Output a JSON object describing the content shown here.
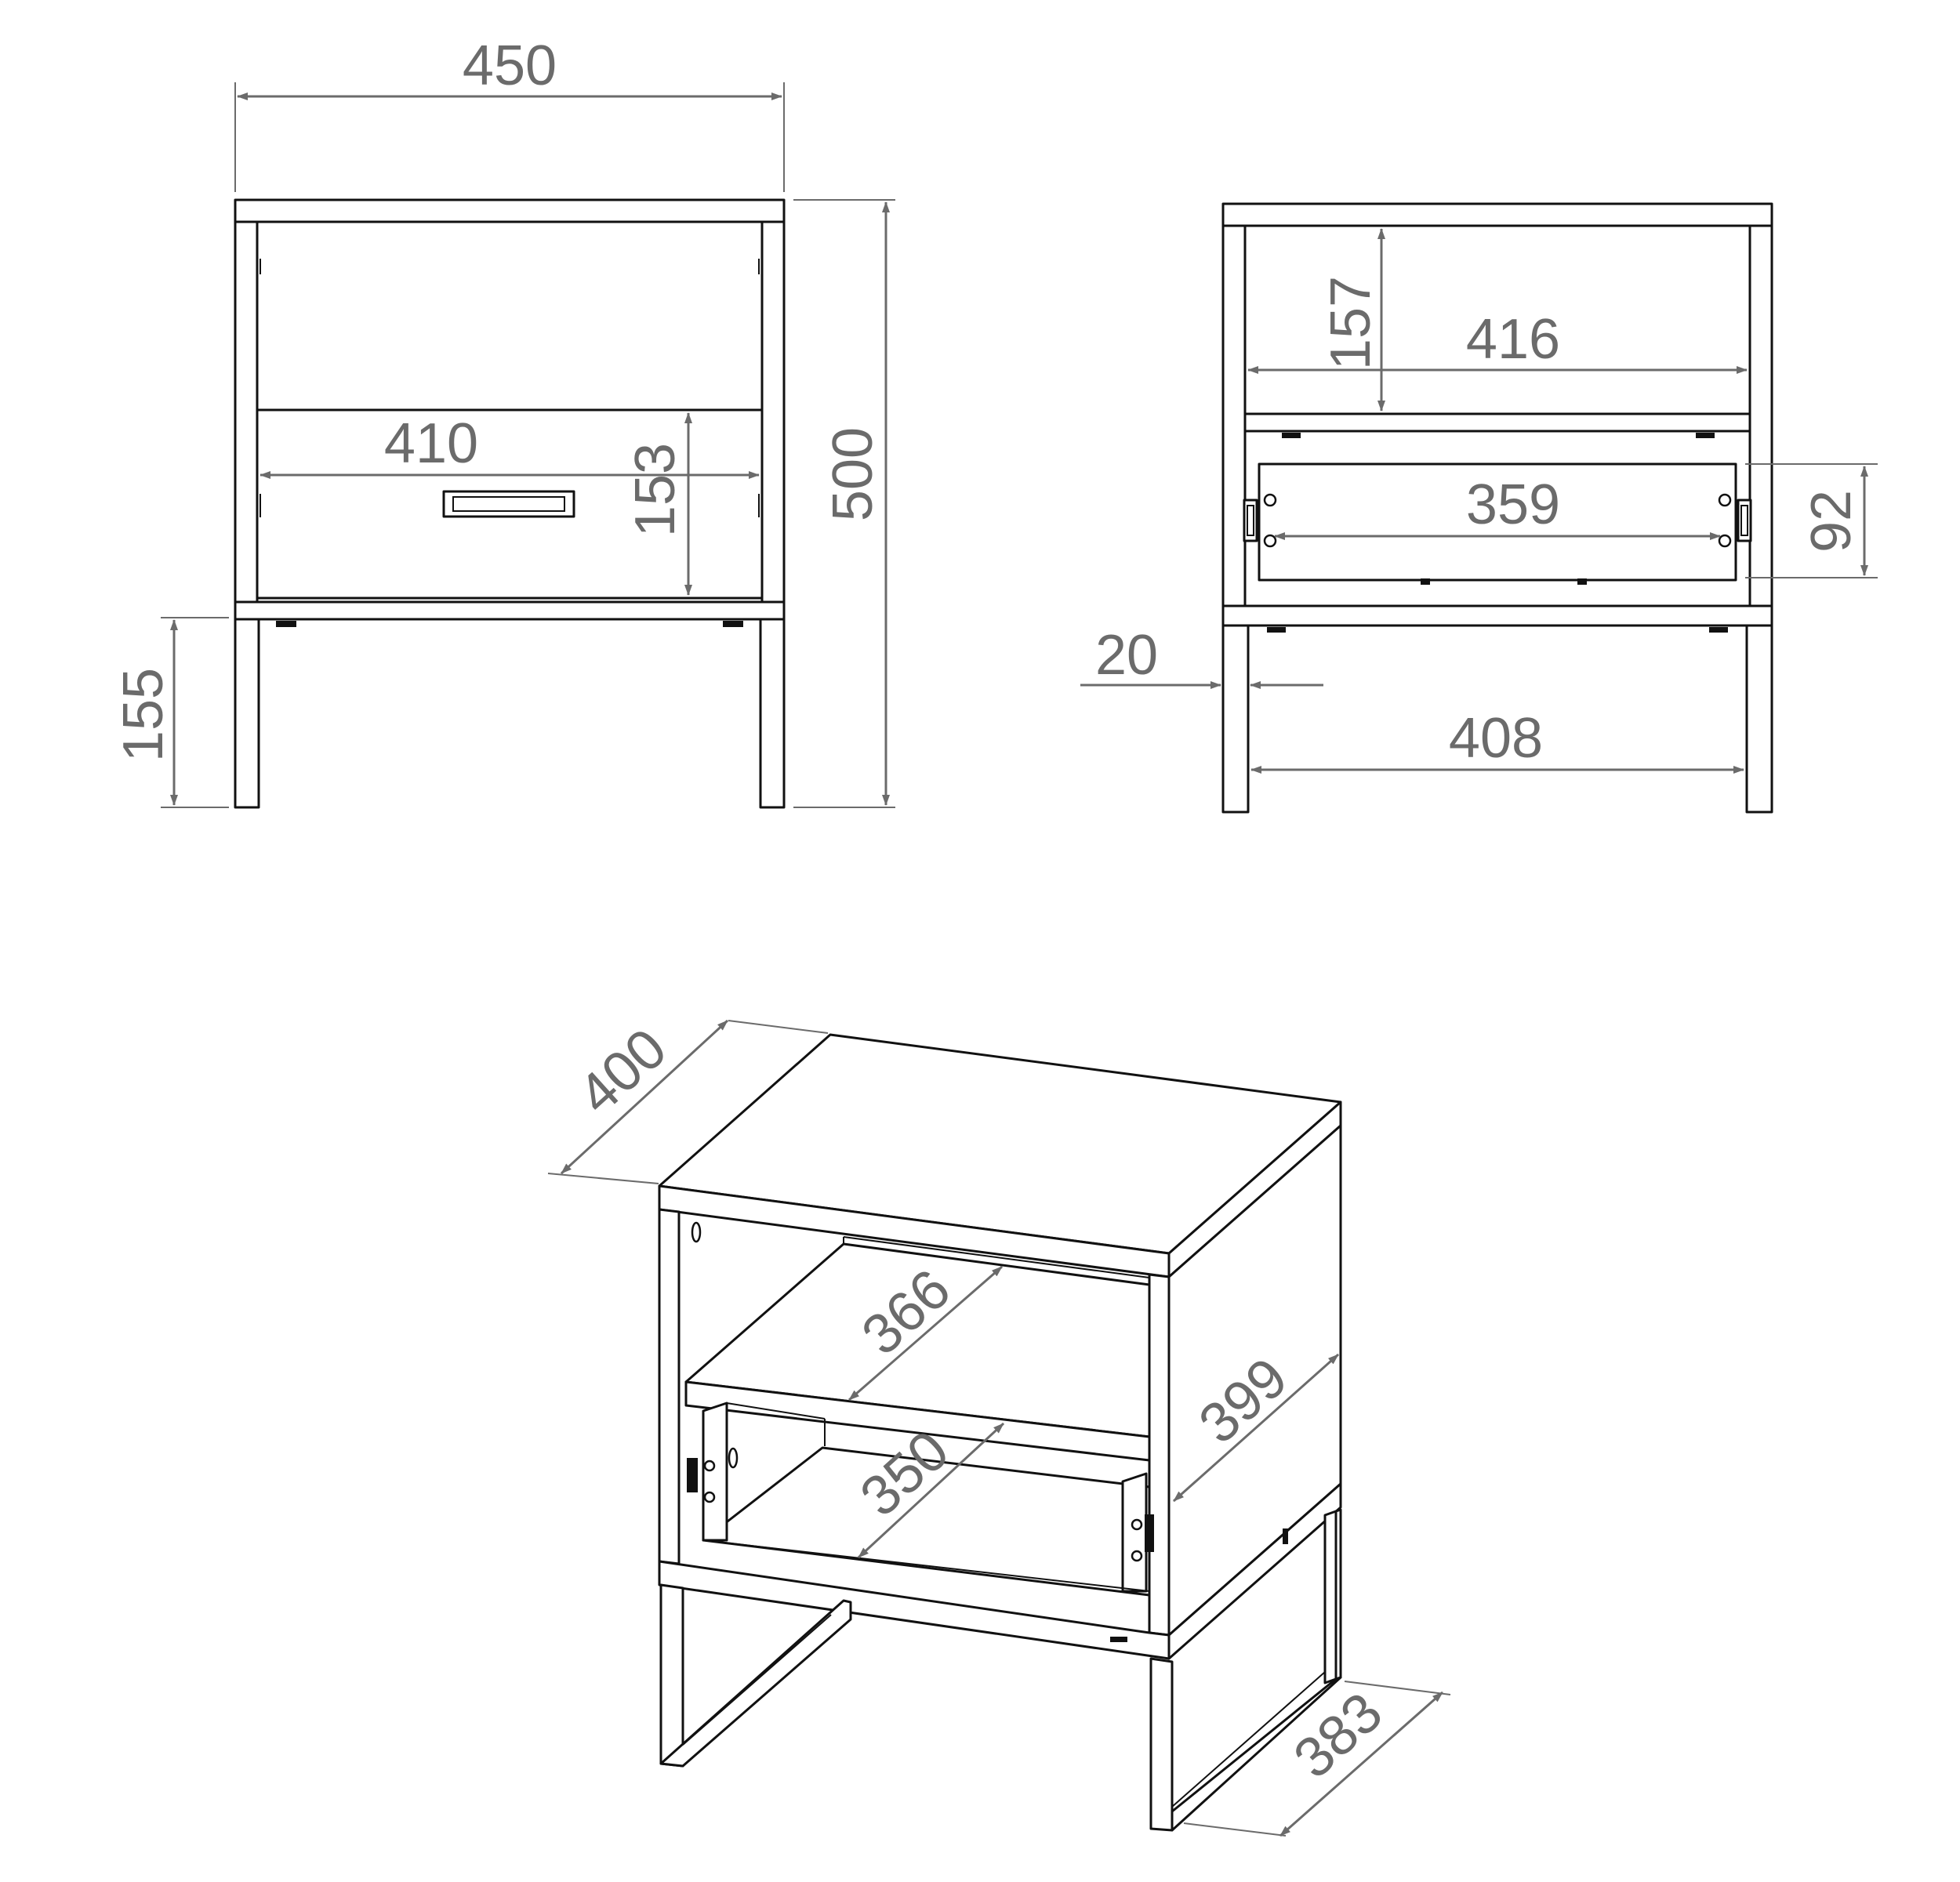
{
  "front_view": {
    "overall_width": "450",
    "overall_height": "500",
    "leg_height": "155",
    "drawer_width": "410",
    "drawer_height": "153"
  },
  "back_view": {
    "niche_height": "157",
    "inner_width": "416",
    "drawer_box_width": "359",
    "drawer_box_height": "92",
    "offset": "20",
    "leg_span": "408"
  },
  "iso_view": {
    "depth": "400",
    "shelf_depth": "366",
    "drawer_depth": "350",
    "side_depth": "399",
    "frame_depth": "383"
  },
  "colors": {
    "outline": "#111111",
    "dimension": "#6b6b6b",
    "background": "#ffffff"
  }
}
